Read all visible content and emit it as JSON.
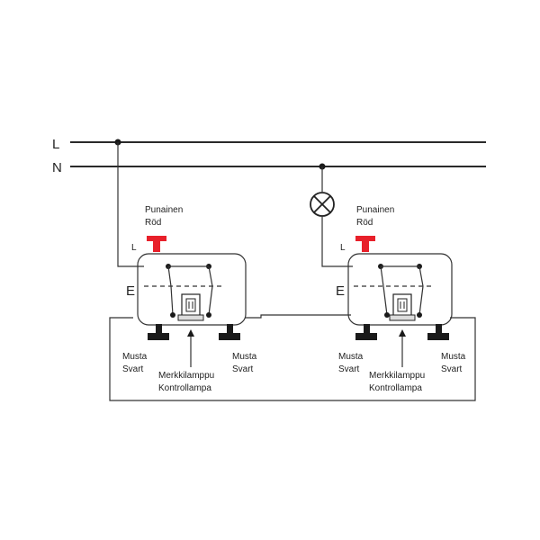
{
  "rails": {
    "line": "L",
    "neutral": "N"
  },
  "switch1": {
    "phase_label": "L",
    "earth_label": "E",
    "phase_terminal": [
      "Punainen",
      "Röd"
    ],
    "left_button": [
      "Musta",
      "Svart"
    ],
    "right_button": [
      "Musta",
      "Svart"
    ],
    "indicator": [
      "Merkkilamppu",
      "Kontrollampa"
    ]
  },
  "switch2": {
    "phase_label": "L",
    "earth_label": "E",
    "phase_terminal": [
      "Punainen",
      "Röd"
    ],
    "left_button": [
      "Musta",
      "Svart"
    ],
    "right_button": [
      "Musta",
      "Svart"
    ],
    "indicator": [
      "Merkkilamppu",
      "Kontrollampa"
    ]
  },
  "colors": {
    "phase_terminal": "#e8202a",
    "other_terminal": "#1a1a1a",
    "wire": "#2a2a2a"
  },
  "icons": {
    "load": "lamp-icon",
    "indicator": "indicator-lamp-icon"
  }
}
